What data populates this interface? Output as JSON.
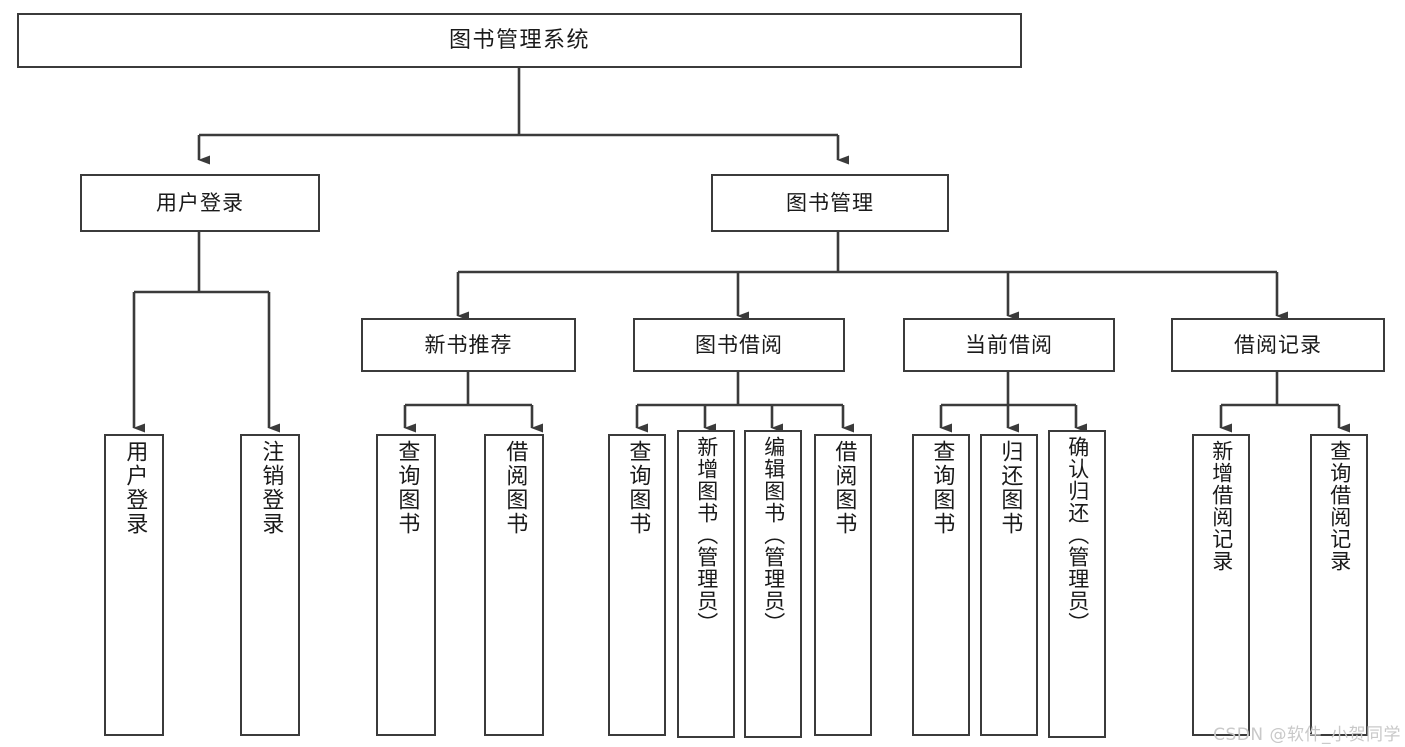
{
  "diagram": {
    "title": "图书管理系统",
    "type": "tree / functional-structure-chart",
    "stroke_color": "#3b3b3b",
    "background_color": "#ffffff",
    "root": {
      "label": "图书管理系统"
    },
    "level1": [
      {
        "label": "用户登录"
      },
      {
        "label": "图书管理"
      }
    ],
    "level2": [
      {
        "label": "新书推荐"
      },
      {
        "label": "图书借阅"
      },
      {
        "label": "当前借阅"
      },
      {
        "label": "借阅记录"
      }
    ],
    "leaves": {
      "user_login": [
        {
          "label": "用户登录"
        },
        {
          "label": "注销登录"
        }
      ],
      "new_book_recommend": [
        {
          "label": "查询图书"
        },
        {
          "label": "借阅图书"
        }
      ],
      "book_borrow": [
        {
          "label": "查询图书"
        },
        {
          "label": "新增图书（管理员）"
        },
        {
          "label": "编辑图书（管理员）"
        },
        {
          "label": "借阅图书"
        }
      ],
      "current_borrow": [
        {
          "label": "查询图书"
        },
        {
          "label": "归还图书"
        },
        {
          "label": "确认归还（管理员）"
        }
      ],
      "borrow_record": [
        {
          "label": "新增借阅记录"
        },
        {
          "label": "查询借阅记录"
        }
      ]
    }
  },
  "watermark": {
    "text": "CSDN @软件_小贺同学"
  }
}
